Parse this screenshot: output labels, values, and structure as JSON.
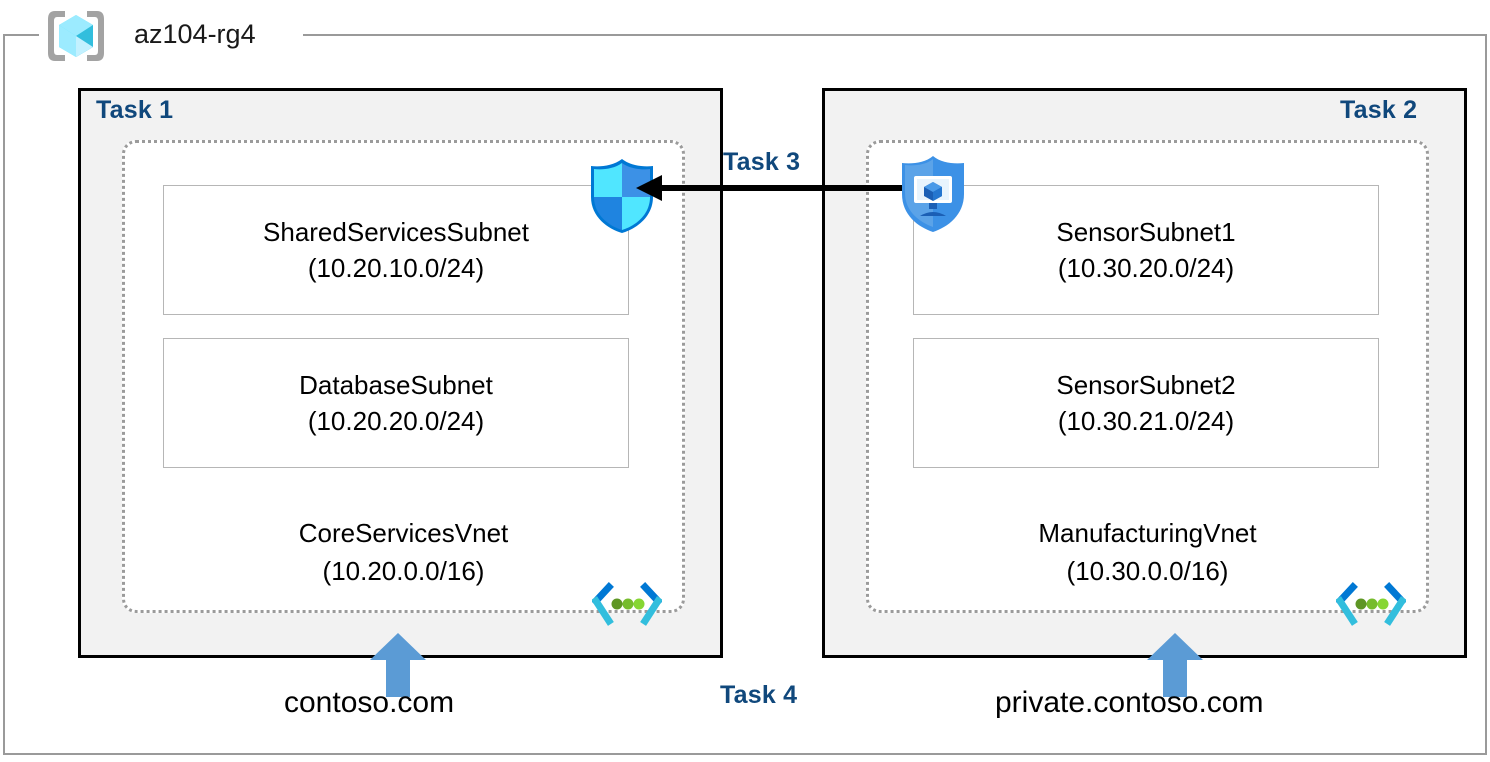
{
  "resource_group": {
    "name": "az104-rg4",
    "icon": "resource-group-cube-icon"
  },
  "tasks": {
    "task1": "Task 1",
    "task2": "Task 2",
    "task3": "Task 3",
    "task4": "Task 4"
  },
  "vnets": [
    {
      "key": "corenet",
      "task_label": "Task 1",
      "name": "CoreServicesVnet",
      "cidr": "(10.20.0.0/16)",
      "icon": "virtual-network-icon",
      "subnets": [
        {
          "name": "SharedServicesSubnet",
          "cidr": "(10.20.10.0/24)"
        },
        {
          "name": "DatabaseSubnet",
          "cidr": "(10.20.20.0/24)"
        }
      ],
      "dns_zone": "contoso.com"
    },
    {
      "key": "manufacturing",
      "task_label": "Task 2",
      "name": "ManufacturingVnet",
      "cidr": "(10.30.0.0/16)",
      "icon": "virtual-network-icon",
      "subnets": [
        {
          "name": "SensorSubnet1",
          "cidr": "(10.30.20.0/24)"
        },
        {
          "name": "SensorSubnet2",
          "cidr": "(10.30.21.0/24)"
        }
      ],
      "dns_zone": "private.contoso.com"
    }
  ],
  "icons": {
    "firewall_shield": "shield-icon",
    "dns_resolver_shield": "dns-private-resolver-icon",
    "peering_arrow": "peering-arrow-icon",
    "dns_link_arrow": "up-arrow-icon"
  },
  "colors": {
    "task_label": "#10487c",
    "box_fill": "#f2f2f2",
    "box_border": "#000000",
    "vnet_dotted_border": "#9b9b9b",
    "subnet_border": "#b6b6b6",
    "arrow_blue": "#5b9bd5",
    "arrow_black": "#000000",
    "azure_cyan": "#50e6ff",
    "azure_blue": "#0078d4"
  }
}
